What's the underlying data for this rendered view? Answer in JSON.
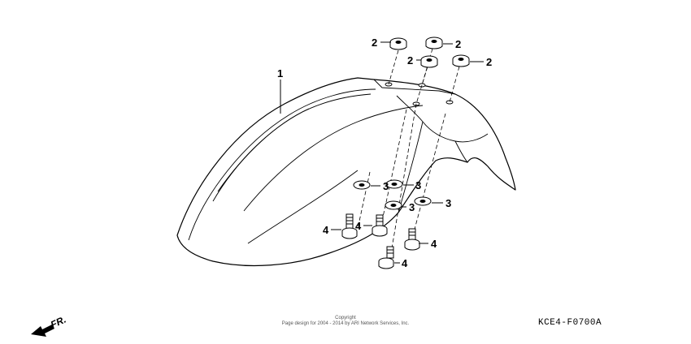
{
  "callouts": {
    "fender": "1",
    "nut_a": "2",
    "nut_b": "2",
    "nut_c": "2",
    "nut_d": "2",
    "washer_a": "3",
    "washer_b": "3",
    "washer_c": "3",
    "washer_d": "3",
    "bolt_a": "4",
    "bolt_b": "4",
    "bolt_c": "4",
    "bolt_d": "4"
  },
  "direction_label": "FR.",
  "copyright": {
    "line1": "Copyright",
    "line2": "Page design for 2004 - 2014 by ARI Network Services, Inc."
  },
  "diagram_code": "KCE4-F0700A"
}
